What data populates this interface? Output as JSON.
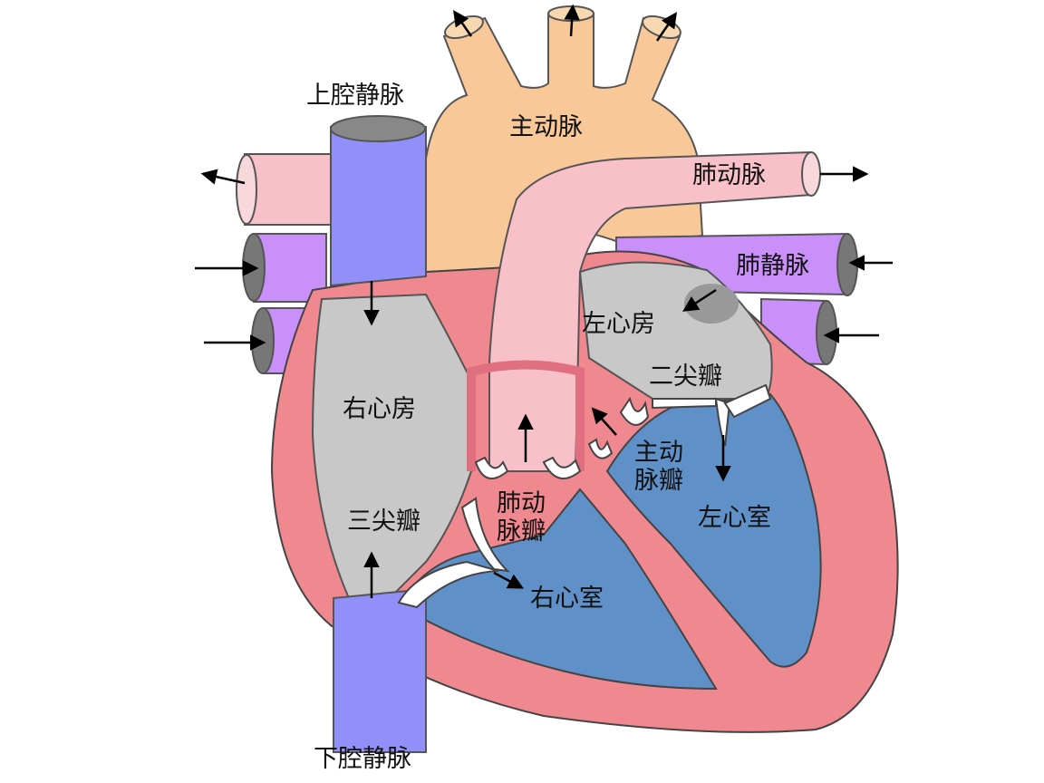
{
  "labels": {
    "svc": "上腔静脉",
    "ivc": "下腔静脉",
    "aorta": "主动脉",
    "pa": "肺动脉",
    "pv": "肺静脉",
    "la": "左心房",
    "ra": "右心房",
    "mitral": "二尖瓣",
    "aortic_valve": "主动\n脉瓣",
    "pulm_valve": "肺动\n脉瓣",
    "tricuspid": "三尖瓣",
    "rv": "右心室",
    "lv": "左心室"
  },
  "colors": {
    "aorta": "#f8c898",
    "pulmonary_artery": "#f8c0c8",
    "pulmonary_vein": "#c890f8",
    "vena_cava": "#9090f8",
    "heart_wall": "#f0888f",
    "atrium": "#c8c8c8",
    "ventricle": "#6090c8",
    "valve": "#ffffff",
    "arrow": "#000000"
  }
}
